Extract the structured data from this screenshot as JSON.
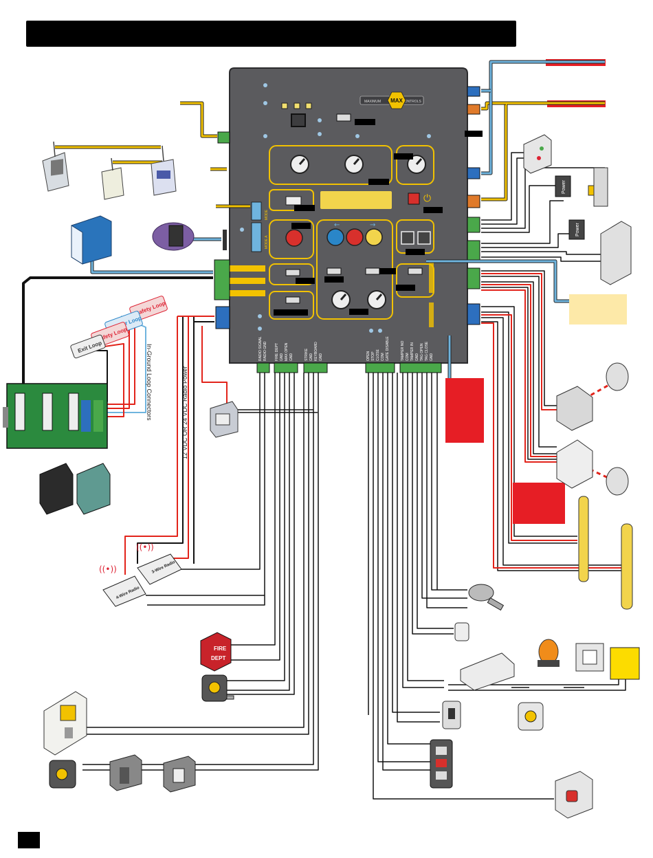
{
  "colors": {
    "board": "#5b5b5e",
    "board_edge": "#2b2b2d",
    "yellow_wire": "#f2c200",
    "blue_wire": "#6fb4de",
    "red_wire": "#e2231a",
    "black_wire": "#111111",
    "terminal_green": "#4aa84a",
    "terminal_blue": "#2d6fbe",
    "terminal_orange": "#e07a2a",
    "red_block": "#e61e25",
    "pale_yellow": "#fde9a8",
    "knob_red": "#d8302c",
    "knob_blue": "#2a86c8",
    "knob_yellow": "#f2d44c"
  },
  "board": {
    "logo": "MAX",
    "logo_left": "MAXIMUM",
    "logo_right": "CONTROLS",
    "mode_label_1": "MODE",
    "mode_label_2": "MODE A"
  },
  "loop_labels": {
    "safety_loop_1": "Safety Loop",
    "center_loop": "Center Loop",
    "safety_loop_2": "Safety Loop",
    "exit_loop": "Exit Loop",
    "in_ground": "In-Ground Loop Connectors"
  },
  "radio_power": "12 VDC OR 24 VDC Radio Power",
  "radios": {
    "three_wire": "3-Wire Radio",
    "four_wire": "4-Wire Radio"
  },
  "power_labels": {
    "power_1": "Power",
    "power_2": "Power"
  },
  "fire_dept": "FIRE DEPT",
  "bottom_terminals_left": [
    [
      "RADIO SIGNAL",
      "RADIO GND"
    ],
    [
      "FIRE DEPT",
      "GND",
      "MAX OPEN",
      "GND"
    ],
    [
      "STRIKE",
      "GND",
      "KEYBOARD",
      "GND"
    ]
  ],
  "bottom_terminals_right": [
    [
      "OPEN",
      "STOP",
      "CLOSE",
      "COM",
      "GATE DISABLE"
    ],
    [
      "TAMPER NO",
      "COM",
      "TAMPER IN",
      "GND",
      "TAG OPEN",
      "TAG CLOSE",
      "GND"
    ]
  ],
  "icon_names": [
    "keypad-icon",
    "radio-receiver-icon",
    "vehicle-detector-icon",
    "loop-detector-icon",
    "photo-eye-icon",
    "reflector-icon",
    "key-switch-icon",
    "strobe-light-icon",
    "push-button-station-icon",
    "emergency-stop-icon",
    "maglock-icon",
    "intercom-icon"
  ]
}
